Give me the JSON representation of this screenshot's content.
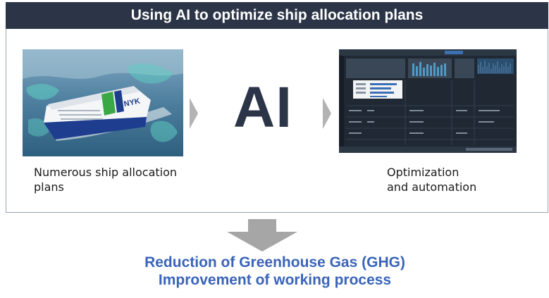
{
  "header": {
    "title": "Using AI to optimize ship allocation plans"
  },
  "center": {
    "label": "AI"
  },
  "left": {
    "caption_lines": [
      "Numerous ship allocation",
      "plans"
    ]
  },
  "right": {
    "caption_lines": [
      "Optimization",
      "and automation"
    ]
  },
  "outcomes": [
    "Reduction of Greenhouse Gas (GHG)",
    "Improvement of working process"
  ],
  "ship": {
    "hull_text": "NYK"
  },
  "colors": {
    "banner_bg": "#2b3547",
    "outcome_text": "#3a64b8",
    "arrow_gray": "#a6a6a6",
    "chevron_gray": "#b3b3b3"
  }
}
